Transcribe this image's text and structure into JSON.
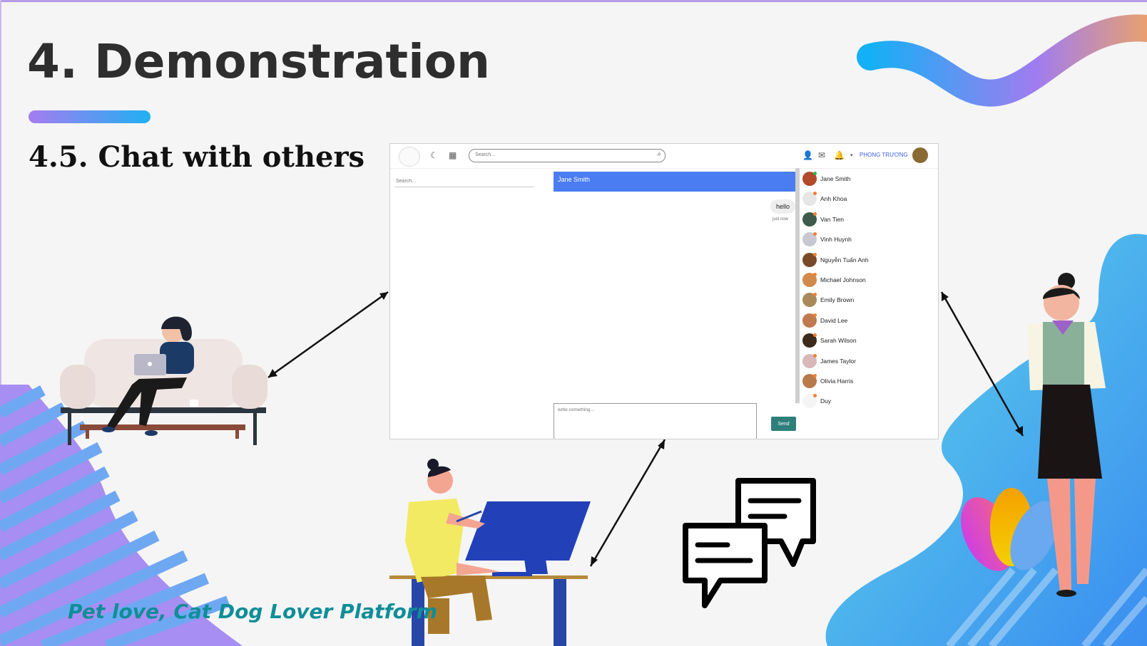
{
  "slide": {
    "title": "4. Demonstration",
    "subtitle": "4.5. Chat with others",
    "footer": "Pet love, Cat Dog Lover Platform"
  },
  "app": {
    "nav": {
      "search_placeholder": "Search...",
      "user_name": "PHONG TRƯƠNG",
      "icons": [
        "moon-icon",
        "grid-icon",
        "search-icon",
        "user-icon",
        "message-icon",
        "bell-icon",
        "caret-down-icon"
      ]
    },
    "left_panel": {
      "search_placeholder": "Search..."
    },
    "chat": {
      "contact_name": "Jane Smith",
      "messages": [
        {
          "text": "hello",
          "time": "just now"
        }
      ],
      "input_placeholder": "write something...",
      "send_label": "Send"
    },
    "friends": [
      {
        "name": "Jane Smith",
        "color": "#b04a2a",
        "status": "#2cb34a"
      },
      {
        "name": "Anh Khoa",
        "color": "#e6e6e6",
        "status": "#f08030"
      },
      {
        "name": "Van Tien",
        "color": "#3d5a4a",
        "status": "#f08030"
      },
      {
        "name": "Vinh Huynh",
        "color": "#c8c8d0",
        "status": "#f08030"
      },
      {
        "name": "Nguyễn Tuấn Anh",
        "color": "#7a4a28",
        "status": "#f08030"
      },
      {
        "name": "Michael Johnson",
        "color": "#d28a4a",
        "status": "#f08030"
      },
      {
        "name": "Emily Brown",
        "color": "#a88a5a",
        "status": "#f08030"
      },
      {
        "name": "David Lee",
        "color": "#c07a50",
        "status": "#f08030"
      },
      {
        "name": "Sarah Wilson",
        "color": "#3c2a1a",
        "status": "#f08030"
      },
      {
        "name": "James Taylor",
        "color": "#d8b8b8",
        "status": "#f08030"
      },
      {
        "name": "Olivia Harris",
        "color": "#b87a4a",
        "status": "#f08030"
      },
      {
        "name": "Duy",
        "color": "#f5f5f5",
        "status": "#f08030"
      }
    ]
  }
}
